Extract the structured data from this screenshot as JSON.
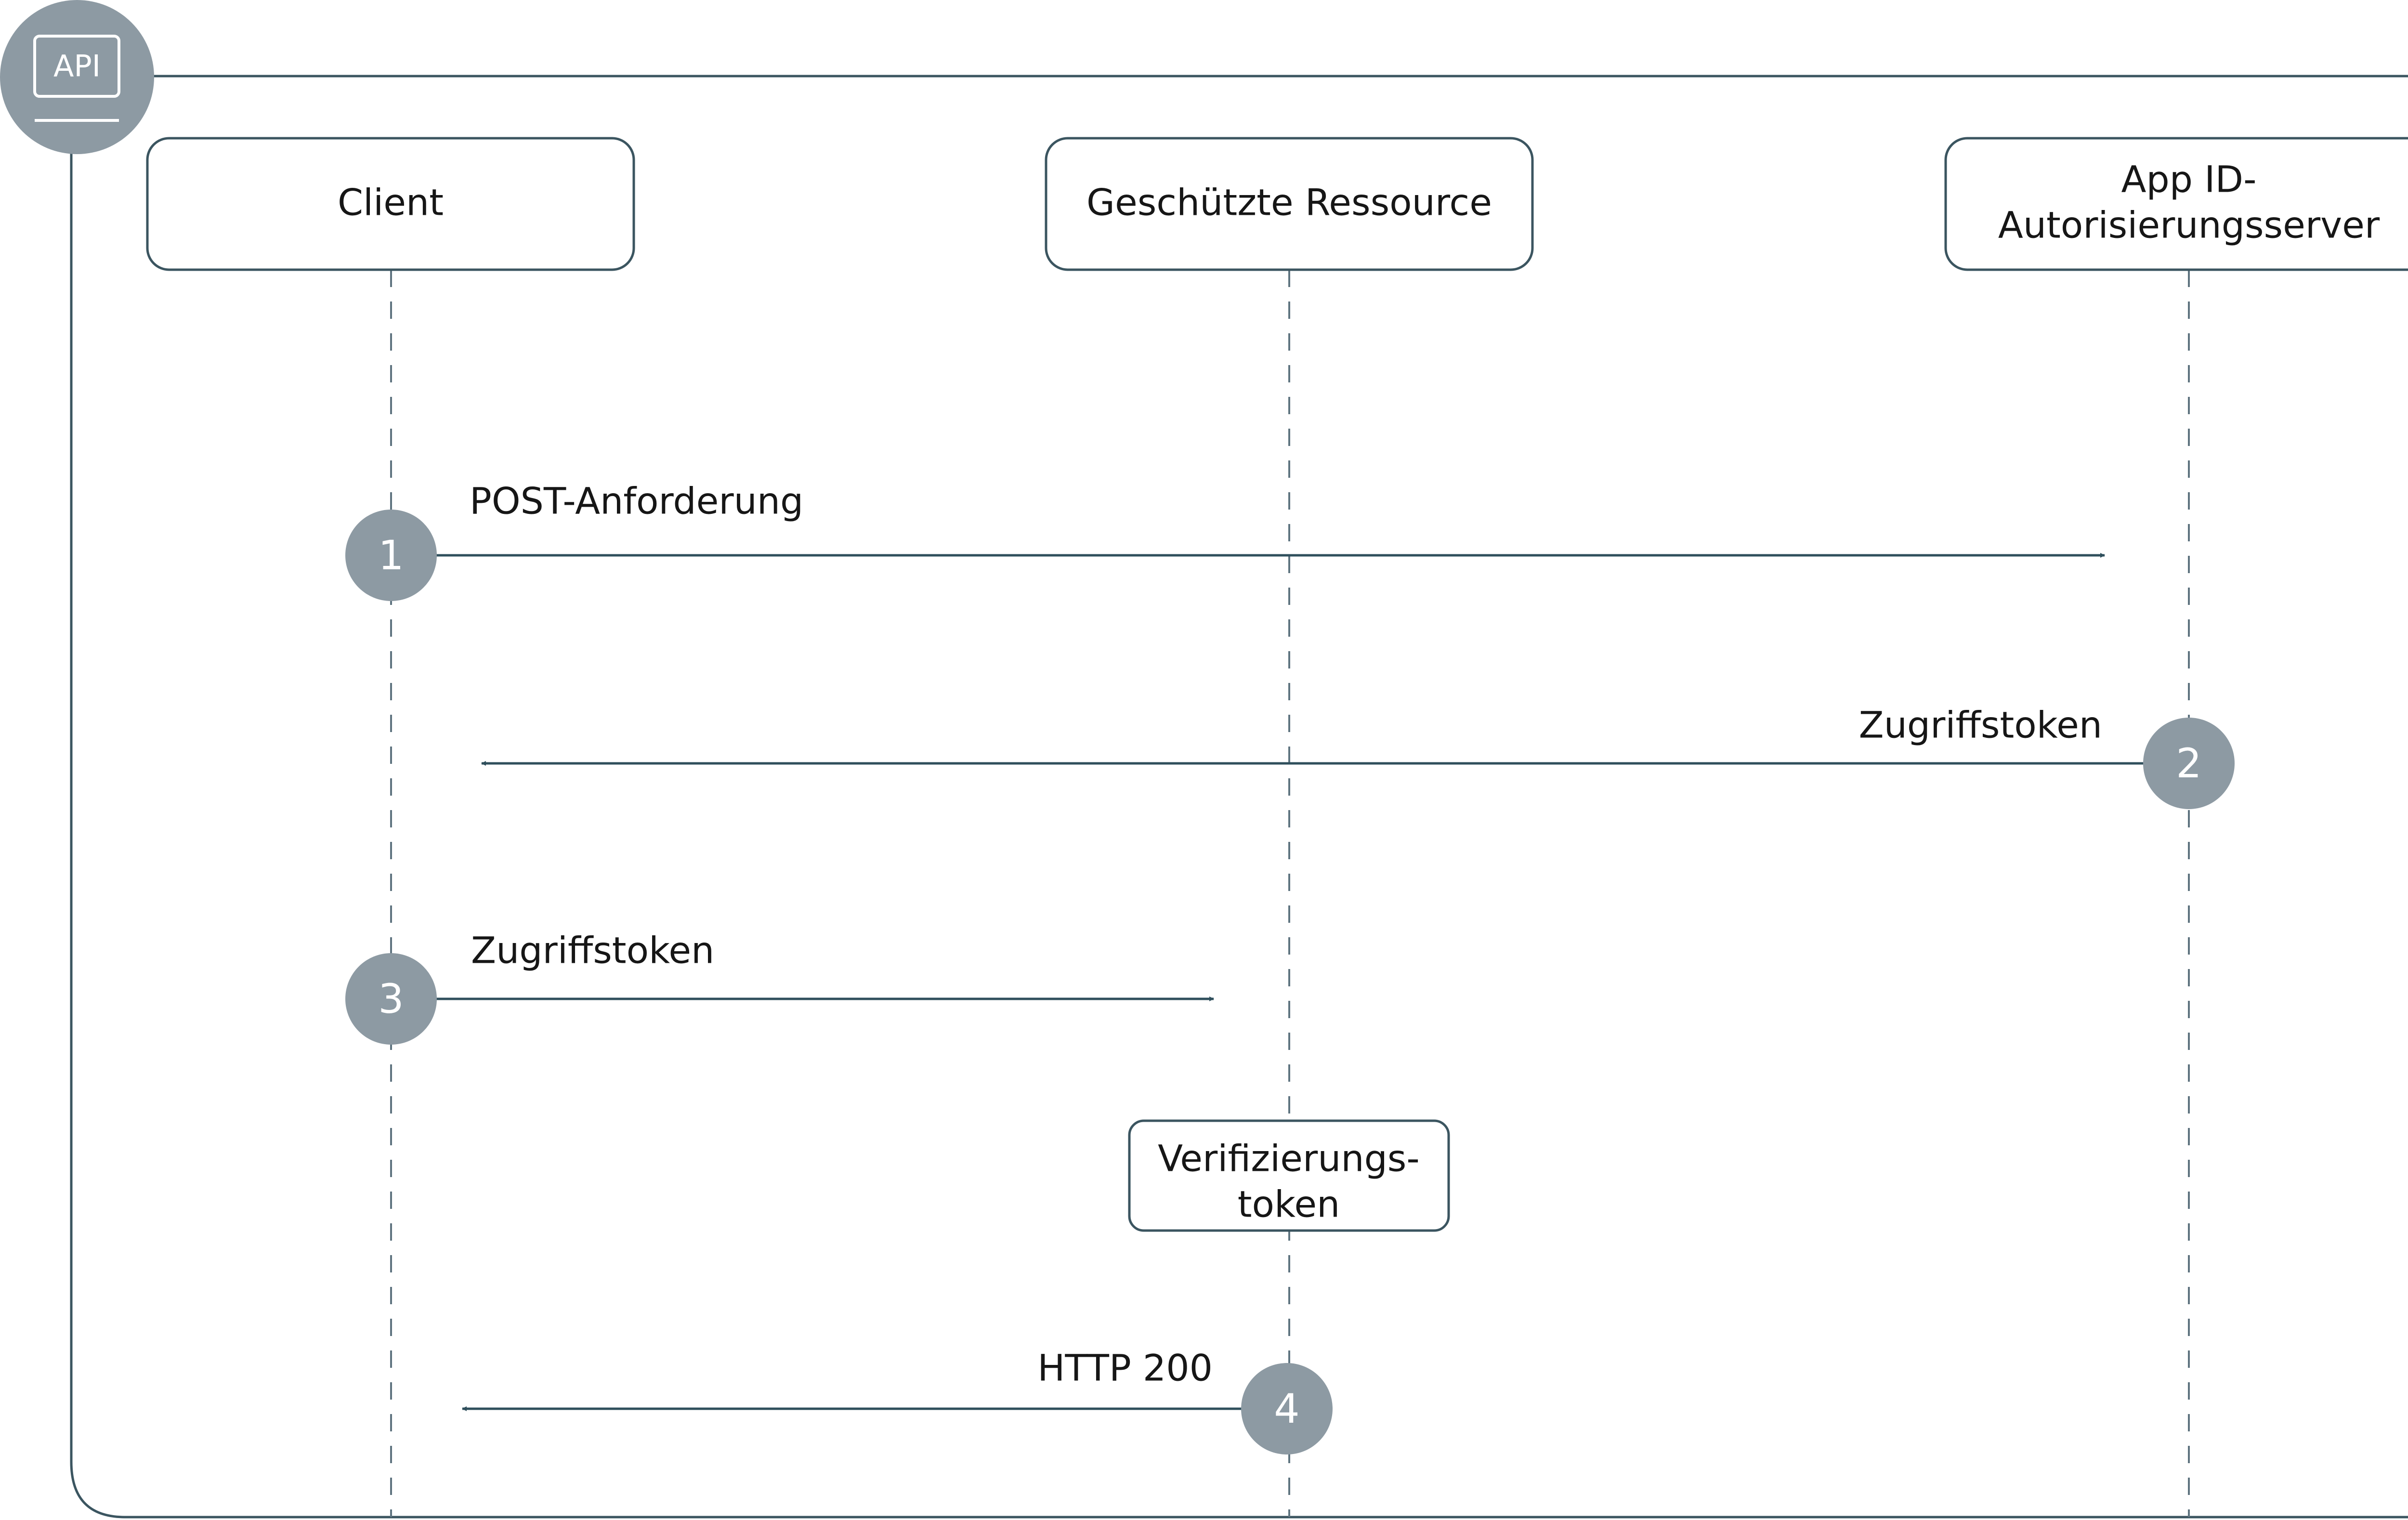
{
  "colors": {
    "frame_stroke": "#3b5560",
    "badge_fill": "#8d9aa3",
    "arrow": "#2f4f5c",
    "lifeline": "#5f7480",
    "text": "#161616",
    "background": "#ffffff"
  },
  "api_badge": {
    "label": "API",
    "icon": "monitor-icon"
  },
  "participants": {
    "client": {
      "label": "Client"
    },
    "resource": {
      "label": "Geschützte Ressource"
    },
    "server": {
      "line1": "App ID-",
      "line2": "Autorisierungsserver"
    }
  },
  "messages": {
    "m1": {
      "step": "1",
      "label": "POST-Anforderung",
      "from": "Client",
      "to": "App ID-Autorisierungsserver"
    },
    "m2": {
      "step": "2",
      "label": "Zugriffstoken",
      "from": "App ID-Autorisierungsserver",
      "to": "Client"
    },
    "m3": {
      "step": "3",
      "label": "Zugriffstoken",
      "from": "Client",
      "to": "Geschützte Ressource"
    },
    "m4": {
      "step": "4",
      "label": "HTTP 200",
      "from": "Geschützte Ressource",
      "to": "Client"
    }
  },
  "activity": {
    "line1": "Verifizierungs-",
    "line2": "token"
  }
}
